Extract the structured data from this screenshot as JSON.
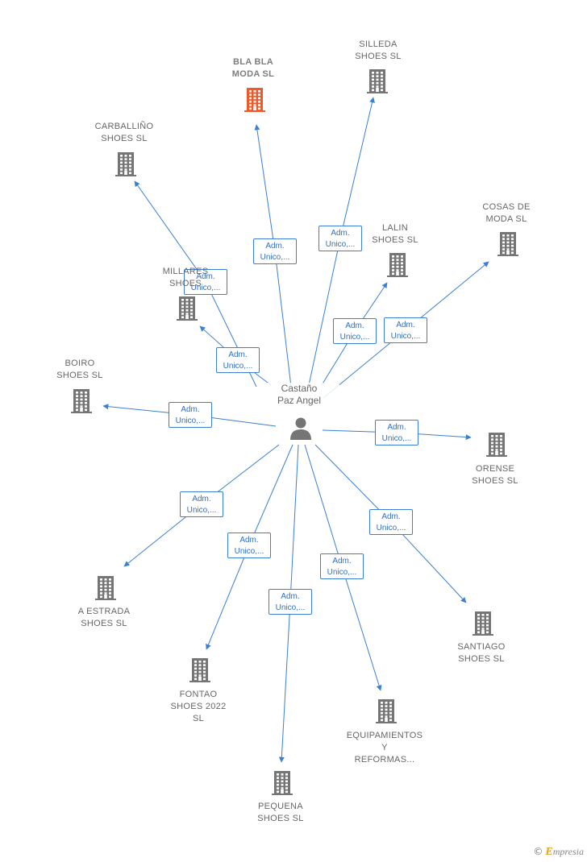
{
  "center": {
    "label": "Castaño\nPaz Angel"
  },
  "colors": {
    "edge": "#3b7fd4",
    "building": "#757575",
    "highlight": "#f05a28",
    "person": "#757575"
  },
  "relation_label": "Adm.\nUnico,...",
  "nodes": [
    {
      "id": "bla-bla-moda",
      "label": "BLA BLA\nMODA  SL",
      "highlight": true
    },
    {
      "id": "silleda-shoes",
      "label": "SILLEDA\nSHOES  SL",
      "highlight": false
    },
    {
      "id": "carballino-shoes",
      "label": "CARBALLIÑO\nSHOES  SL",
      "highlight": false
    },
    {
      "id": "cosas-de-moda",
      "label": "COSAS DE\nMODA  SL",
      "highlight": false
    },
    {
      "id": "lalin-shoes",
      "label": "LALIN\nSHOES  SL",
      "highlight": false
    },
    {
      "id": "millares-shoes",
      "label": "MILLARES\nSHOES",
      "highlight": false
    },
    {
      "id": "boiro-shoes",
      "label": "BOIRO\nSHOES  SL",
      "highlight": false
    },
    {
      "id": "orense-shoes",
      "label": "ORENSE\nSHOES  SL",
      "highlight": false
    },
    {
      "id": "a-estrada-shoes",
      "label": "A ESTRADA\nSHOES  SL",
      "highlight": false
    },
    {
      "id": "santiago-shoes",
      "label": "SANTIAGO\nSHOES  SL",
      "highlight": false
    },
    {
      "id": "fontao-shoes",
      "label": "FONTAO\nSHOES 2022\nSL",
      "highlight": false
    },
    {
      "id": "equipamientos",
      "label": "EQUIPAMIENTOS\nY\nREFORMAS...",
      "highlight": false
    },
    {
      "id": "pequena-shoes",
      "label": "PEQUENA\nSHOES  SL",
      "highlight": false
    }
  ],
  "footer": {
    "copyright_symbol": "©",
    "brand_initial": "E",
    "brand_rest": "mpresia"
  }
}
